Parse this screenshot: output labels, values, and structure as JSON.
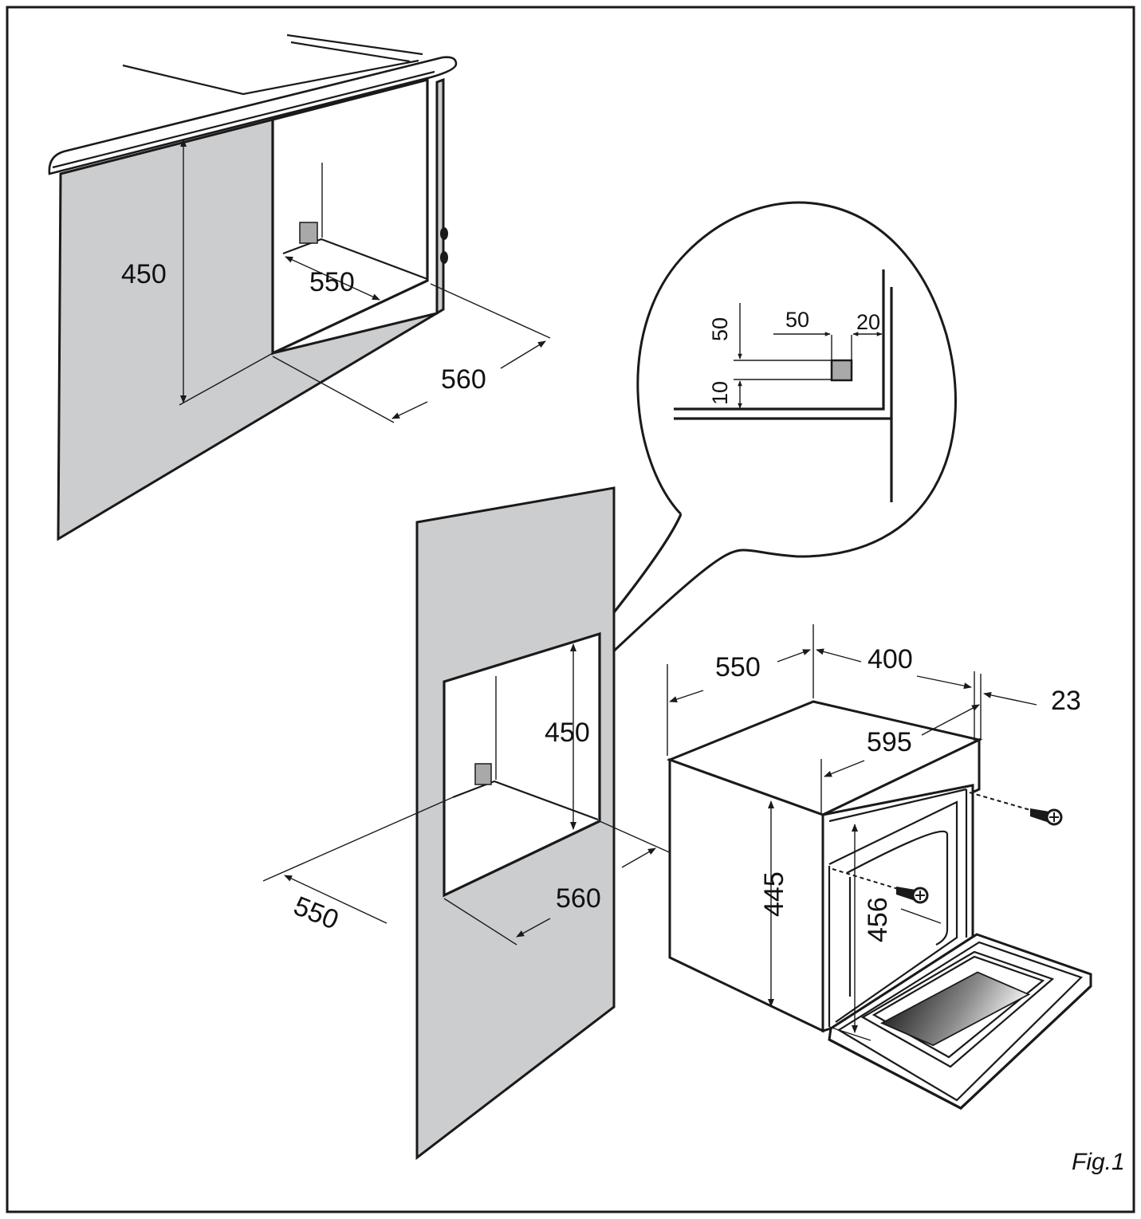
{
  "figure_label": "Fig.1",
  "colors": {
    "panel_grey": "#cccdcf",
    "line": "#1a1a1a",
    "bracket_grey": "#a9a9a9"
  },
  "under_counter": {
    "height": "450",
    "depth": "550",
    "width": "560"
  },
  "detail_inset": {
    "from_top": "50",
    "from_side": "50",
    "bracket_width": "20",
    "bracket_height": "10"
  },
  "column_unit": {
    "height": "450",
    "depth": "550",
    "width": "560"
  },
  "oven": {
    "depth": "550",
    "body_depth": "400",
    "front_thickness": "23",
    "width": "595",
    "body_height": "445",
    "front_height": "456"
  }
}
